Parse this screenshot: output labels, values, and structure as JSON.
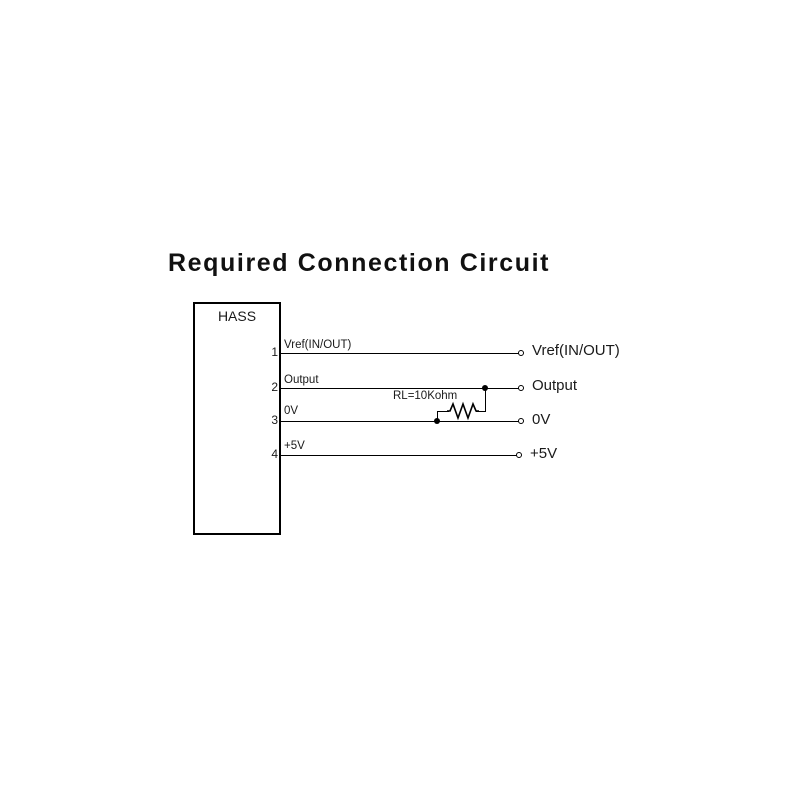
{
  "diagram": {
    "title": "Required Connection Circuit",
    "device": {
      "label": "HASS"
    },
    "pins": [
      {
        "number": "1",
        "wire_label": "Vref(IN/OUT)",
        "terminal_label": "Vref(IN/OUT)"
      },
      {
        "number": "2",
        "wire_label": "Output",
        "terminal_label": "Output"
      },
      {
        "number": "3",
        "wire_label": "0V",
        "terminal_label": "0V"
      },
      {
        "number": "4",
        "wire_label": "+5V",
        "terminal_label": "+5V"
      }
    ],
    "components": [
      {
        "name": "load-resistor",
        "label": "RL=10Kohm",
        "type": "resistor"
      }
    ],
    "colors": {
      "background": "#ffffff",
      "line": "#000000",
      "text": "#1a1a1a"
    }
  }
}
